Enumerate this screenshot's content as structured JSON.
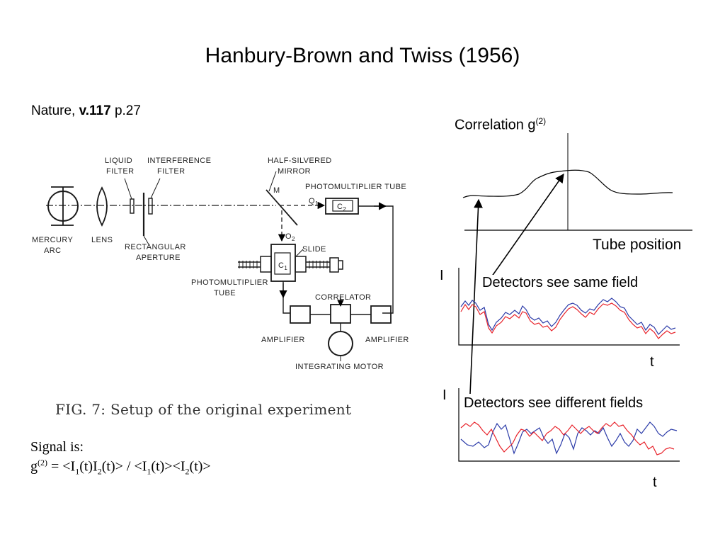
{
  "title": "Hanbury-Brown and Twiss (1956)",
  "citation": {
    "journal": "Nature, ",
    "volume": "v.117",
    "page": " p.27"
  },
  "correlation": {
    "label": "Correlation g",
    "sup": "(2)",
    "x_axis_label": "Tube position"
  },
  "plots": {
    "same": {
      "label": "Detectors see same field",
      "y_axis": "I",
      "x_axis": "t"
    },
    "different": {
      "label": "Detectors see different fields",
      "y_axis": "I",
      "x_axis": "t"
    }
  },
  "apparatus": {
    "liquid_filter": [
      "LIQUID",
      "FILTER"
    ],
    "interference_filter": [
      "INTERFERENCE",
      "FILTER"
    ],
    "half_silvered_mirror": [
      "HALF-SILVERED",
      "MIRROR"
    ],
    "mirror_letter": "M",
    "pmt_top": "PHOTOMULTIPLIER TUBE",
    "q1": "Q",
    "q1_sub": "1",
    "c2": "C",
    "c2_sub": "2",
    "mercury_arc": [
      "MERCURY",
      "ARC"
    ],
    "lens": "LENS",
    "rect_aperture": [
      "RECTANGULAR",
      "APERTURE"
    ],
    "o2": "O",
    "o2_sub": "2",
    "slide": "SLIDE",
    "c1": "C",
    "c1_sub": "1",
    "pmt_left": [
      "PHOTOMULTIPLIER",
      "TUBE"
    ],
    "correlator": "CORRELATOR",
    "amplifier_left": "AMPLIFIER",
    "amplifier_right": "AMPLIFIER",
    "integrating_motor": "INTEGRATING MOTOR"
  },
  "figure_caption": "FIG. 7:  Setup of the original experiment",
  "signal": {
    "label": "Signal is:",
    "g": "g",
    "g_sup": "(2)",
    "p1": " = <I",
    "s1": "1",
    "p2": "(t)I",
    "s2": "2",
    "p3": "(t)> / <I",
    "s3": "1",
    "p4": "(t)><I",
    "s4": "2",
    "p5": "(t)>"
  },
  "colors": {
    "series_red": "#e8222a",
    "series_blue": "#2a3aa8"
  }
}
